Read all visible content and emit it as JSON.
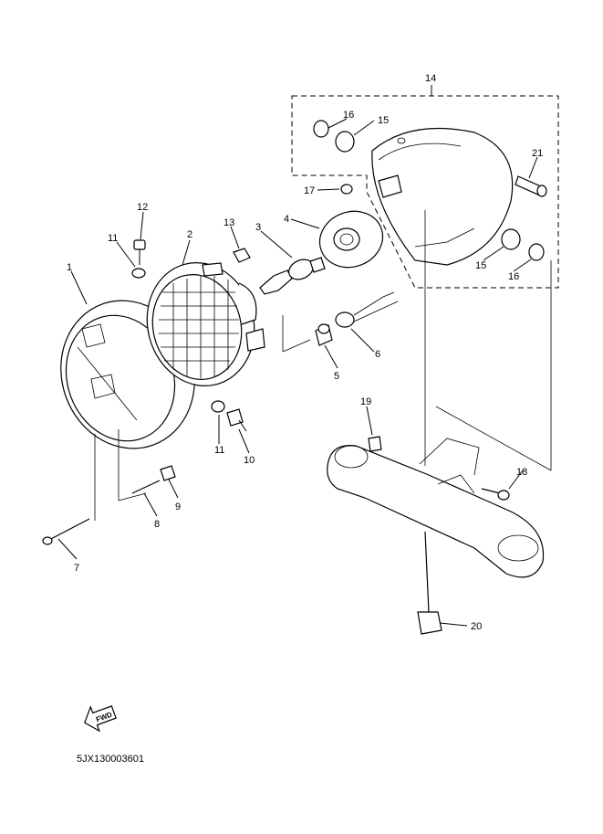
{
  "diagram": {
    "callouts": [
      "1",
      "2",
      "3",
      "4",
      "5",
      "6",
      "7",
      "8",
      "9",
      "10",
      "11",
      "11",
      "12",
      "13",
      "14",
      "15",
      "15",
      "16",
      "16",
      "17",
      "18",
      "19",
      "20",
      "21"
    ],
    "fwd_label": "FWD",
    "reference_code": "5JX130003601"
  }
}
